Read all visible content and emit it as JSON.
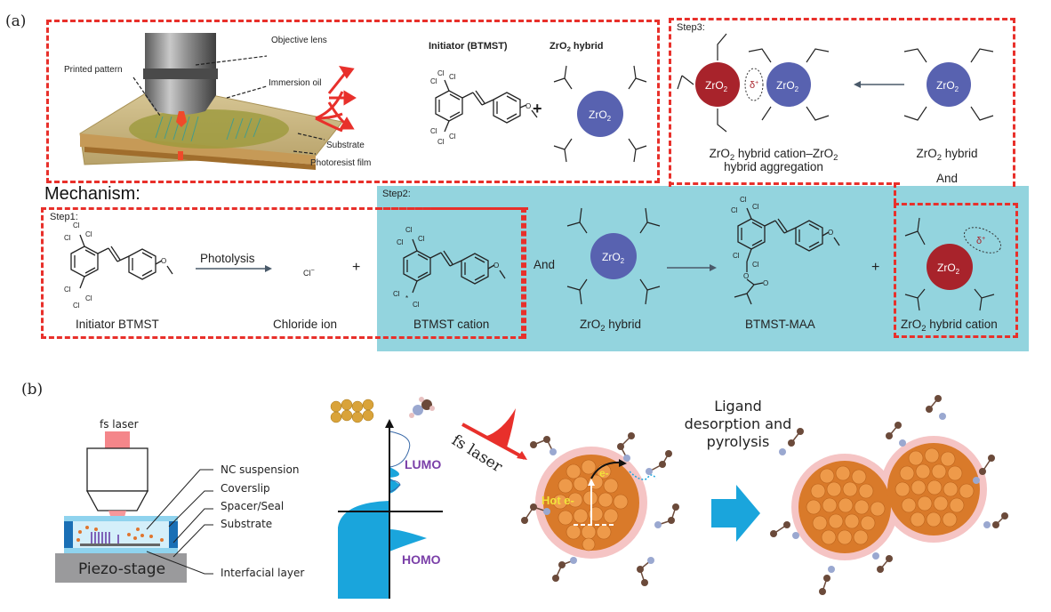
{
  "panels": {
    "a": {
      "label": "(a)",
      "setup_labels": {
        "objective_lens": "Objective lens",
        "printed_pattern": "Printed pattern",
        "immersion_oil": "Immersion oil",
        "substrate": "Substrate",
        "photoresist_film": "Photoresist film"
      },
      "initiator_title": "Initiator (BTMST)",
      "zro2_title_main": "ZrO",
      "zro2_title_sub": "2",
      "zro2_title_rest": " hybrid",
      "plus": "+",
      "zro2_circle_main": "ZrO",
      "zro2_circle_sub": "2",
      "cl": "Cl",
      "o": "O",
      "step3": {
        "label": "Step3:",
        "delta": "δ",
        "delta_sup": "+",
        "aggregation_line1_a": "ZrO",
        "aggregation_line1_sub": "2",
        "aggregation_line1_b": " hybrid cation–ZrO",
        "aggregation_line1_sub2": "2",
        "aggregation_line2": "hybrid aggregation",
        "hybrid_label_a": "ZrO",
        "hybrid_label_sub": "2",
        "hybrid_label_b": " hybrid",
        "and": "And"
      },
      "mechanism_title": "Mechanism:",
      "step1": {
        "label": "Step1:",
        "initiator": "Initiator BTMST",
        "arrow_label": "Photolysis",
        "chloride_symbol": "Cl",
        "chloride_charge": "−",
        "chloride_label": "Chloride ion",
        "plus": "+"
      },
      "step2": {
        "label": "Step2:",
        "cation_label": "BTMST cation",
        "and": "And",
        "hybrid_label_a": "ZrO",
        "hybrid_label_sub": "2",
        "hybrid_label_b": " hybrid",
        "product_label": "BTMST-MAA",
        "plus": "+",
        "cation_hybrid_a": "ZrO",
        "cation_hybrid_sub": "2",
        "cation_hybrid_b": " hybrid cation",
        "star": "*"
      },
      "colors": {
        "dash_red": "#e8302b",
        "teal": "#93d4de",
        "zro2_blue": "#5862b0",
        "zro2_red": "#a8232b",
        "arrow_gray": "#4a5a6a"
      }
    },
    "b": {
      "label": "(b)",
      "setup": {
        "fs_laser": "fs laser",
        "nc_suspension": "NC suspension",
        "coverslip": "Coverslip",
        "spacer_seal": "Spacer/Seal",
        "substrate": "Substrate",
        "interfacial_layer": "Interfacial layer",
        "piezo_stage": "Piezo-stage"
      },
      "dos": {
        "lumo": "LUMO",
        "homo": "HOMO"
      },
      "process": {
        "fs_laser": "fs laser",
        "hot_e": "Hot e-",
        "e": "e-",
        "ligand_line1": "Ligand",
        "ligand_line2": "desorption and",
        "ligand_line3": "pyrolysis"
      },
      "colors": {
        "laser_pink": "#f4868a",
        "coverslip_blue": "#8fd3ee",
        "spacer_blue": "#1a6fb5",
        "stage_gray": "#9a9a9c",
        "dos_blue": "#1aa5dc",
        "label_purple": "#7a3fa8",
        "particle_orange": "#e08a3a",
        "hot_e_yellow": "#f2e23a",
        "big_arrow": "#1aa5dc"
      }
    }
  }
}
